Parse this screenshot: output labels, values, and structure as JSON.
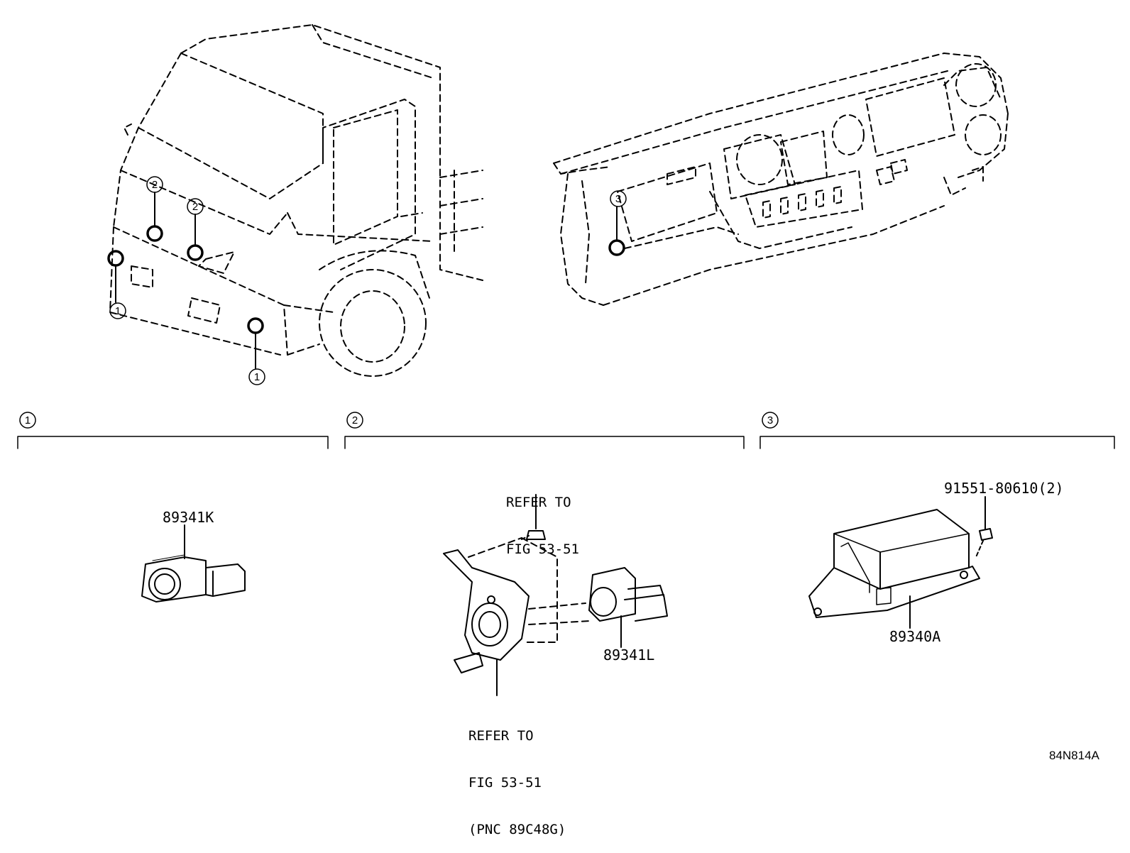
{
  "callouts": {
    "one": "1",
    "two": "2",
    "three": "3"
  },
  "parts": {
    "sensor_front_corner": "89341K",
    "sensor_grille": "89341L",
    "control_module": "89340A",
    "bolt": "91551-80610(2)"
  },
  "references": {
    "upper": {
      "line1": "REFER TO",
      "line2": "FIG 53-51"
    },
    "lower": {
      "line1": "REFER TO",
      "line2": "FIG 53-51",
      "line3": "(PNC 89C48G)"
    }
  },
  "diagram_code": "84N814A"
}
